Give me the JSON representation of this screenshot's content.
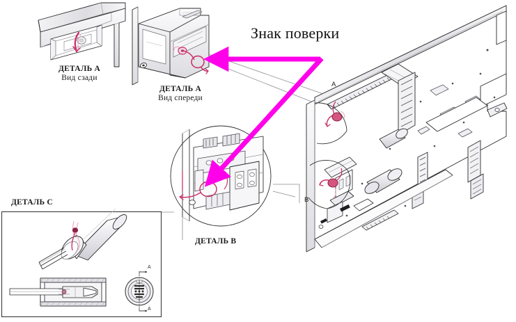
{
  "document": {
    "kind": "technical-exploded-diagram",
    "language": "ru",
    "background_color": "#ffffff"
  },
  "title": {
    "text": "Знак поверки",
    "color": "#111111"
  },
  "colors": {
    "line": "#2b2b2b",
    "line_light": "#8c8c8c",
    "seal_pink": "#c9356c",
    "seal_pink_light": "#e8a7bd",
    "arrow_magenta": "#ff00ea",
    "panel_border": "#3a3a3a",
    "shade": "#e9e9ec",
    "shade_dark": "#c9c9cf"
  },
  "captions": {
    "detail_a_rear": {
      "line1": "ДЕТАЛЬ А",
      "line2": "Вид сзади"
    },
    "detail_a_front": {
      "line1": "ДЕТАЛЬ А",
      "line2": "Вид спереди"
    },
    "detail_b": "ДЕТАЛЬ В",
    "detail_c": "ДЕТАЛЬ С"
  },
  "callouts": {
    "a": "A",
    "b": "B",
    "section_top": "A",
    "section_bottom": "A"
  },
  "views": [
    {
      "name": "detail-a-rear-view",
      "caption": "ДЕТАЛЬ А Вид сзади",
      "description": "Заднее ребро корпуса со щелевым окном и пломбировочной наклейкой",
      "has_seal_mark": true
    },
    {
      "name": "detail-a-front-view",
      "caption": "ДЕТАЛЬ А Вид спереди",
      "description": "Фронтальный угол корпуса с винтом и проволочной пломбой",
      "has_seal_mark": true
    },
    {
      "name": "detail-b-circular-view",
      "caption": "ДЕТАЛЬ В",
      "description": "Круговое увеличение участка платы с клеммными колодками и пломбой",
      "has_seal_mark": true
    },
    {
      "name": "detail-c-panel-view",
      "caption": "ДЕТАЛЬ С",
      "description": "Разъём кабеля: изометрия, разрез и вид А-А",
      "has_seal_mark": true
    },
    {
      "name": "main-board-assembly",
      "caption": "",
      "description": "Изометрический вид печатной платы в сборе с выносками A и B",
      "has_seal_mark": true
    }
  ],
  "arrows": [
    {
      "name": "arrow-to-detail-a-front",
      "color": "#ff00ea",
      "points_to": "detail-a-front-view"
    },
    {
      "name": "arrow-to-detail-b",
      "color": "#ff00ea",
      "points_to": "detail-b-circular-view"
    }
  ]
}
